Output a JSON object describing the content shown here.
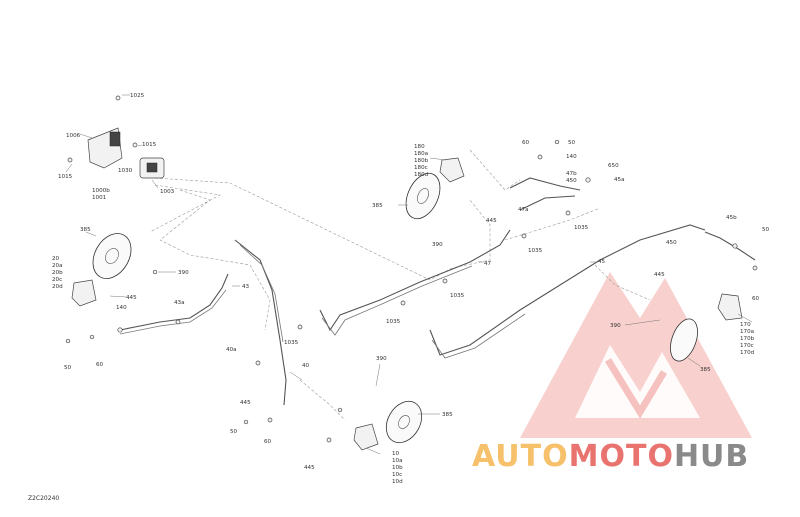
{
  "labels": {
    "l1025": "1025",
    "l1006": "1006",
    "l1015a": "1015",
    "l1015b": "1015",
    "l1030": "1030",
    "l1000b": "1000b",
    "l1001": "1001",
    "l1003": "1003",
    "l385a": "385",
    "l20": "20",
    "l20a": "20a",
    "l20b": "20b",
    "l20c": "20c",
    "l20d": "20d",
    "l390a": "390",
    "l445a": "445",
    "l140a": "140",
    "l43a": "43a",
    "l50a": "50",
    "l60a": "60",
    "l43": "43",
    "l180": "180",
    "l180a": "180a",
    "l180b": "180b",
    "l180c": "180c",
    "l180d": "180d",
    "l385b": "385",
    "l390b": "390",
    "l445b": "445",
    "l60b": "60",
    "l50b": "50",
    "l140b": "140",
    "l47b": "47b",
    "l450a": "450",
    "l47a": "47a",
    "l650": "650",
    "l45a": "45a",
    "l1035a": "1035",
    "l1035b": "1035",
    "l47": "47",
    "l45": "45",
    "l1035c": "1035",
    "l1035d": "1035",
    "l1035e": "1035",
    "l450b": "450",
    "l45b": "45b",
    "l50c": "50",
    "l445c": "445",
    "l60c": "60",
    "l390c": "390",
    "l170": "170",
    "l170a": "170a",
    "l170b": "170b",
    "l170c": "170c",
    "l170d": "170d",
    "l385c": "385",
    "l40a": "40a",
    "l40": "40",
    "l445d": "445",
    "l50d": "50",
    "l60d": "60",
    "l445e": "445",
    "l390d": "390",
    "l385d": "385",
    "l10": "10",
    "l10a": "10a",
    "l10b": "10b",
    "l10c": "10c",
    "l10d": "10d"
  },
  "drawing_code": "Z2C20240",
  "watermark": {
    "part1": "AUTO",
    "part2": "MOTO",
    "part3": "HUB",
    "color_auto": "#f6c16a",
    "color_moto": "#e9736e",
    "color_hub": "#8a8a8a"
  }
}
